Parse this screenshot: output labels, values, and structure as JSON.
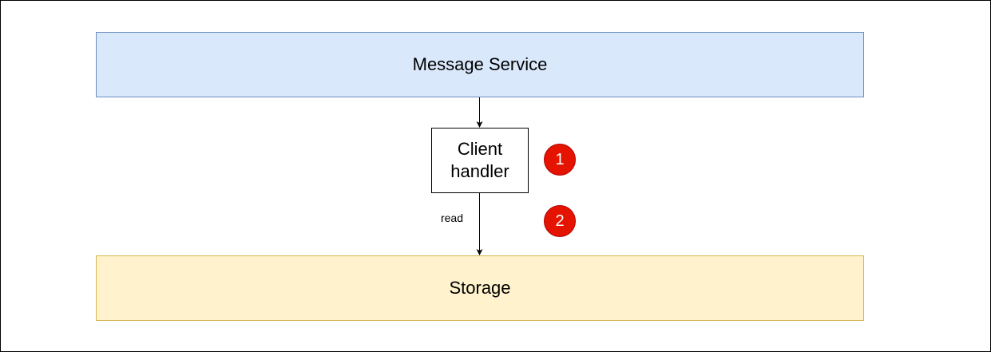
{
  "nodes": {
    "message_service": "Message Service",
    "client_handler": "Client\nhandler",
    "storage": "Storage"
  },
  "edges": {
    "handler_to_storage_label": "read"
  },
  "badges": {
    "first": "1",
    "second": "2"
  },
  "colors": {
    "service_fill": "#dae8fc",
    "service_stroke": "#6c8ebf",
    "storage_fill": "#fff2cc",
    "storage_stroke": "#d6b656",
    "badge_fill": "#e51400"
  }
}
